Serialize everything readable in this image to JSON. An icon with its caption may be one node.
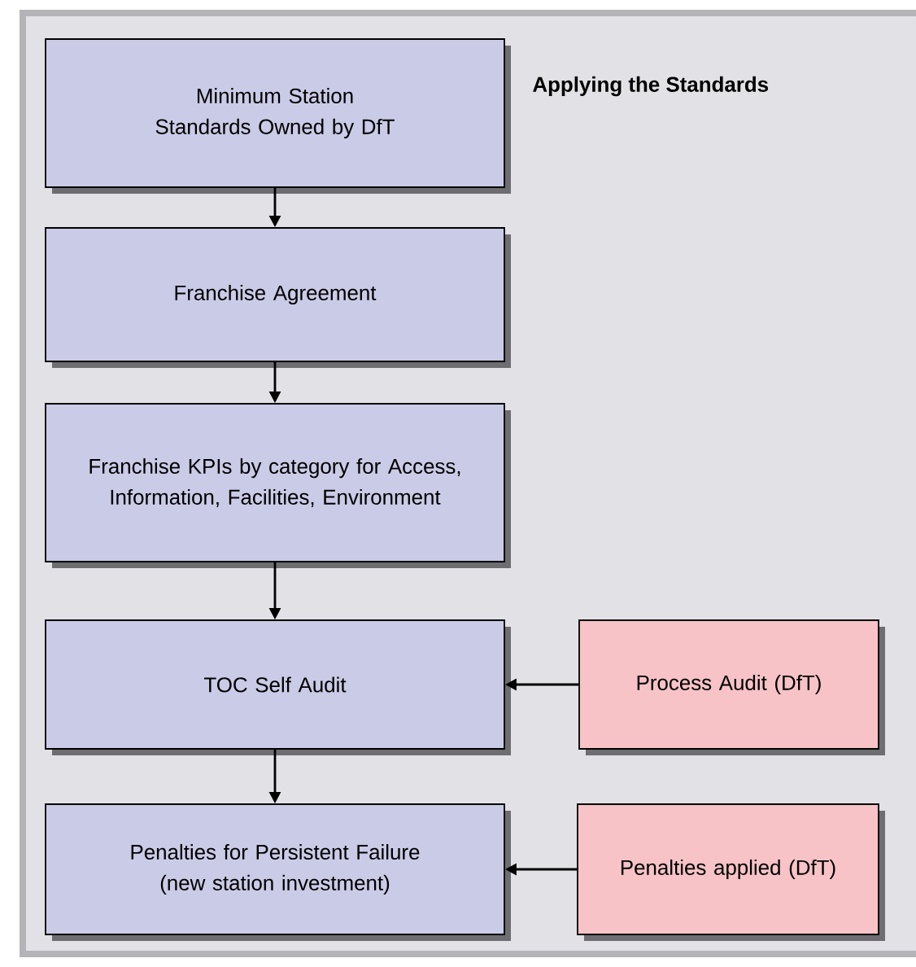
{
  "diagram": {
    "title": "Applying the Standards",
    "nodes": [
      {
        "text": [
          "Minimum Station Standards Owned by DfT"
        ]
      },
      {
        "text": [
          "Franchise Agreement"
        ]
      },
      {
        "text": [
          "Franchise KPIs by category for Access, Information, Facilities, Environment"
        ]
      },
      {
        "text": [
          "TOC Self Audit"
        ]
      },
      {
        "text": [
          "Penalties for Persistent Failure (new station investment)"
        ]
      },
      {
        "text": [
          "Process Audit (DfT)"
        ]
      },
      {
        "text": [
          "Penalties applied (DfT)"
        ]
      }
    ],
    "edges": [
      {
        "from": 0,
        "to": 1,
        "arrow": "to"
      },
      {
        "from": 1,
        "to": 2,
        "arrow": "to"
      },
      {
        "from": 2,
        "to": 3,
        "arrow": "to"
      },
      {
        "from": 3,
        "to": 4,
        "arrow": "to"
      },
      {
        "from": 5,
        "to": 3,
        "arrow": "to"
      },
      {
        "from": 6,
        "to": 4,
        "arrow": "to"
      }
    ]
  }
}
